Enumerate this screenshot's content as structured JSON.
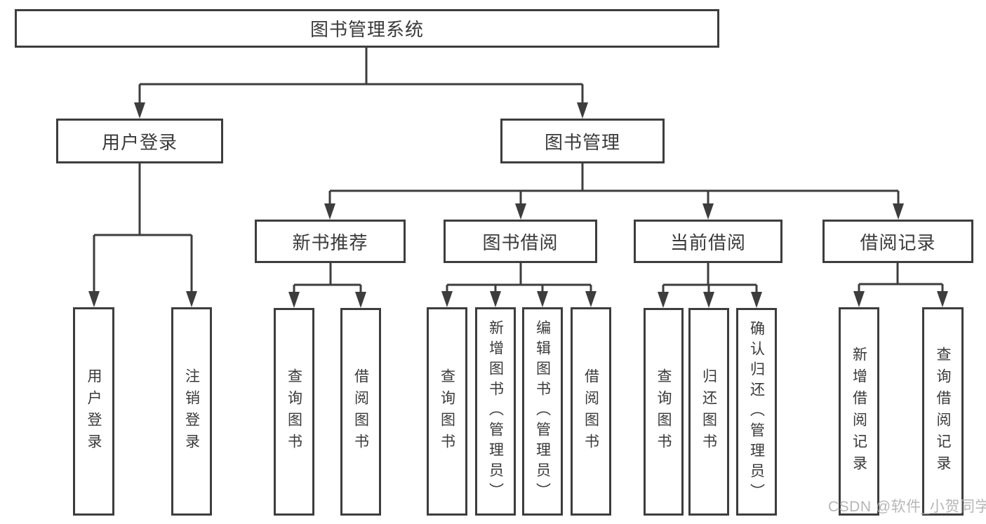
{
  "diagram": {
    "root": {
      "label": "图书管理系统"
    },
    "branches": [
      {
        "label": "用户登录",
        "children": [
          {
            "label": "用户登录"
          },
          {
            "label": "注销登录"
          }
        ]
      },
      {
        "label": "图书管理",
        "children": [
          {
            "label": "新书推荐",
            "children": [
              {
                "label": "查询图书"
              },
              {
                "label": "借阅图书"
              }
            ]
          },
          {
            "label": "图书借阅",
            "children": [
              {
                "label": "查询图书"
              },
              {
                "label": "新增图书（管理员）"
              },
              {
                "label": "编辑图书（管理员）"
              },
              {
                "label": "借阅图书"
              }
            ]
          },
          {
            "label": "当前借阅",
            "children": [
              {
                "label": "查询图书"
              },
              {
                "label": "归还图书"
              },
              {
                "label": "确认归还（管理员）"
              }
            ]
          },
          {
            "label": "借阅记录",
            "children": [
              {
                "label": "新增借阅记录"
              },
              {
                "label": "查询借阅记录"
              }
            ]
          }
        ]
      }
    ]
  },
  "watermark": "CSDN @软件_小贺同学",
  "colors": {
    "line": "#3d3d3d",
    "text": "#3a3a3a",
    "box_fill": "#ffffff",
    "watermark": "#b2b2b2",
    "background": "#ffffff"
  }
}
